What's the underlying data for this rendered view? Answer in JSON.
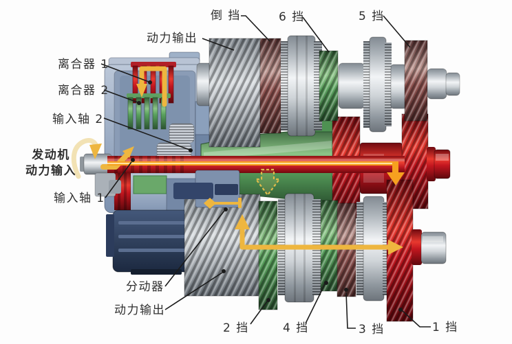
{
  "diagram": {
    "background": "#fdfdfd",
    "labels": {
      "power_output_top": "动力输出",
      "reverse_gear": "倒 挡",
      "gear_6": "6 挡",
      "gear_5": "5 挡",
      "clutch_1": "离合器 1",
      "clutch_2": "离合器 2",
      "input_shaft_2": "输入轴 2",
      "engine_line_1": "发动机",
      "engine_line_2": "动力输入",
      "input_shaft_1": "输入轴 1",
      "transfer_gear": "分动器",
      "power_output_bottom": "动力输出",
      "gear_2": "2 挡",
      "gear_4": "4 挡",
      "gear_3": "3 挡",
      "gear_1": "1 挡"
    },
    "colors": {
      "shaft_red": "#c2161f",
      "gear_green": "#58a05c",
      "gear_gray": "#b7bcc1",
      "gear_maroon": "#8f5350",
      "housing_blue": "#8a9cb6",
      "housing_dark_navy": "#1e2b44",
      "arrow_yellow": "#eeb63f",
      "flow_orange": "#f7a01f",
      "label_text": "#2f2f2f",
      "leader_line": "#1c1c1c"
    }
  }
}
